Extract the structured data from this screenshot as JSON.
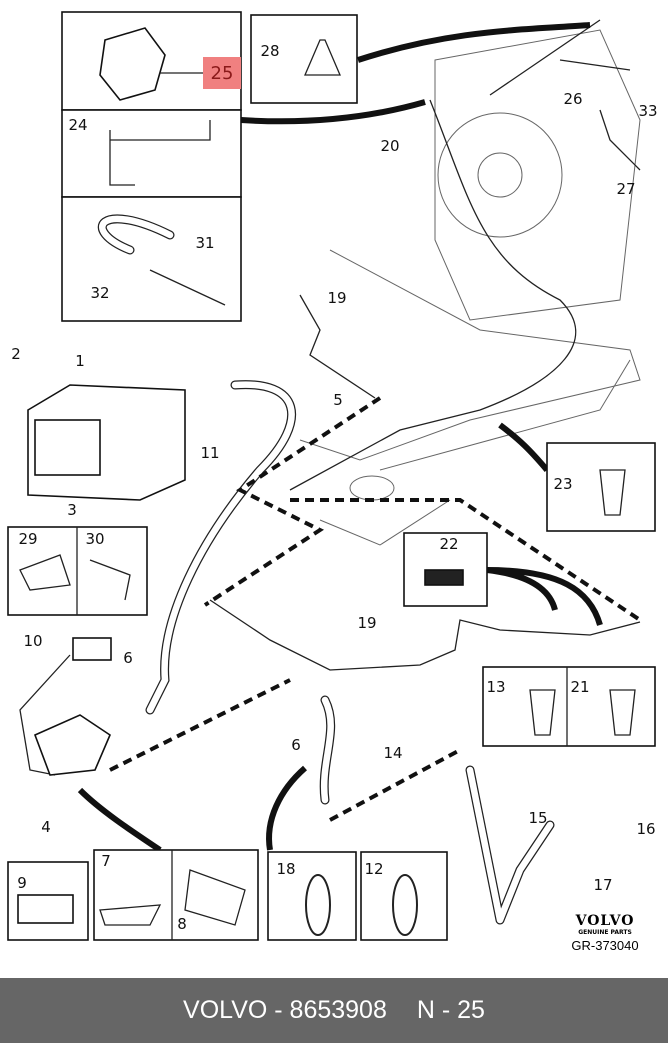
{
  "highlight": {
    "part": "25",
    "bg": "#f08080",
    "fg": "#8b1a1a"
  },
  "labels": [
    "25",
    "28",
    "24",
    "31",
    "32",
    "26",
    "33",
    "20",
    "27",
    "19",
    "2",
    "1",
    "5",
    "11",
    "3",
    "23",
    "22",
    "29",
    "30",
    "19",
    "10",
    "6",
    "13",
    "21",
    "6",
    "14",
    "4",
    "15",
    "16",
    "7",
    "9",
    "18",
    "12",
    "17",
    "8"
  ],
  "logo": {
    "brand": "VOLVO",
    "sub": "GENUINE PARTS",
    "code": "GR-373040"
  },
  "footer": {
    "part": "VOLVO - 8653908",
    "ref": "N - 25"
  }
}
